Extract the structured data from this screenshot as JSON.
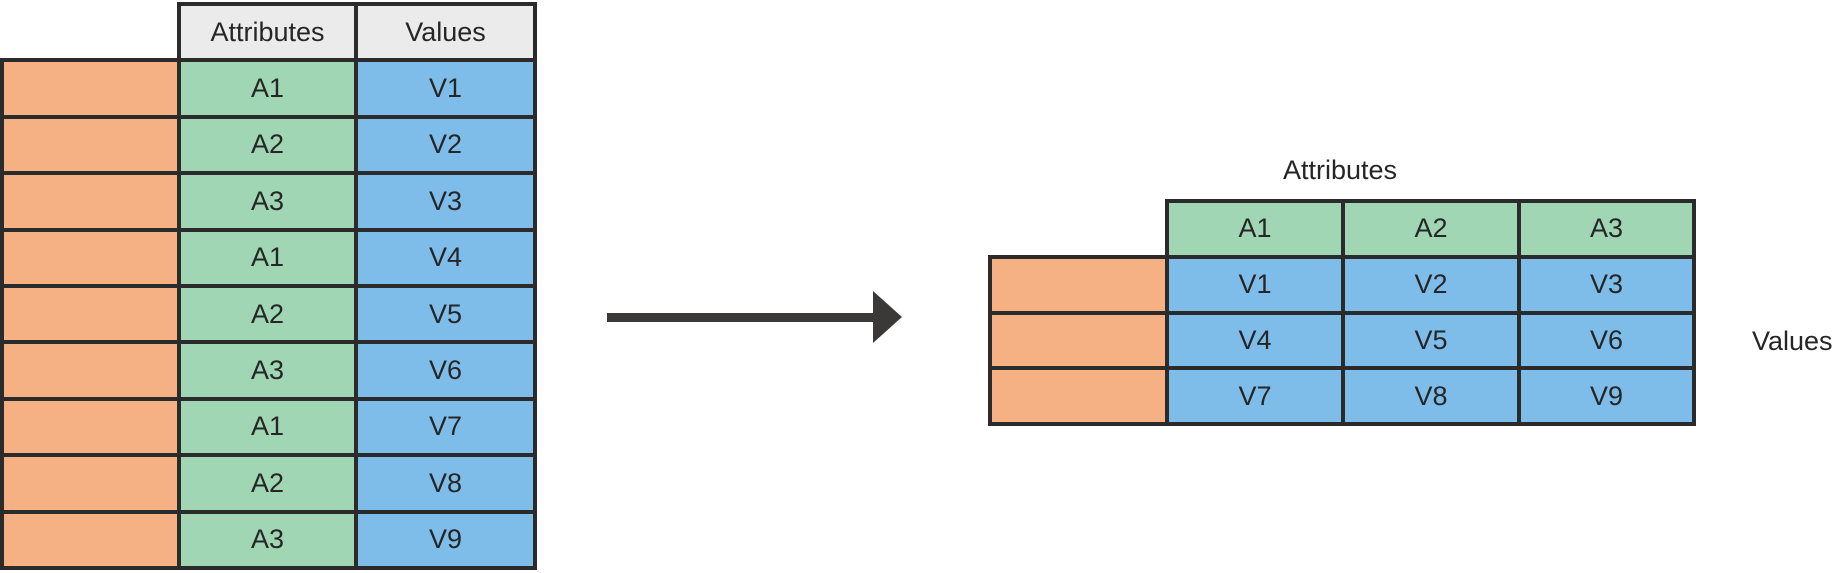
{
  "diagram": {
    "left_table": {
      "column_headers": {
        "attributes": "Attributes",
        "values": "Values"
      },
      "rows": [
        {
          "attribute": "A1",
          "value": "V1"
        },
        {
          "attribute": "A2",
          "value": "V2"
        },
        {
          "attribute": "A3",
          "value": "V3"
        },
        {
          "attribute": "A1",
          "value": "V4"
        },
        {
          "attribute": "A2",
          "value": "V5"
        },
        {
          "attribute": "A3",
          "value": "V6"
        },
        {
          "attribute": "A1",
          "value": "V7"
        },
        {
          "attribute": "A2",
          "value": "V8"
        },
        {
          "attribute": "A3",
          "value": "V9"
        }
      ]
    },
    "arrow": {
      "icon": "right-arrow"
    },
    "right_table": {
      "top_label": "Attributes",
      "right_label": "Values",
      "column_headers": [
        "A1",
        "A2",
        "A3"
      ],
      "rows": [
        [
          "V1",
          "V2",
          "V3"
        ],
        [
          "V4",
          "V5",
          "V6"
        ],
        [
          "V7",
          "V8",
          "V9"
        ]
      ]
    },
    "colors": {
      "orange": "#F5B183",
      "green": "#A0D6B4",
      "blue": "#7EBDE9",
      "header_gray": "#EBEBEB",
      "border": "#2B2B2B",
      "arrow": "#3A3938",
      "text": "#262626"
    }
  }
}
